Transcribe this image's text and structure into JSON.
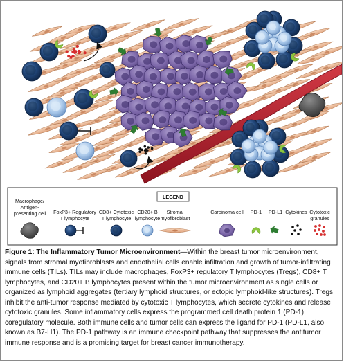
{
  "legend": {
    "title": "LEGEND",
    "items": [
      {
        "label": "Macrophage/\nAntigen-\npresenting cell"
      },
      {
        "label": "FoxP3+ Regulatory\nT lymphocyte"
      },
      {
        "label": "CD8+ Cytotoxic\nT lymphocyte"
      },
      {
        "label": "CD20+ B\nlymphocyte"
      },
      {
        "label": "Stromal\nmyofibroblast"
      },
      {
        "label": "Carcinoma cell"
      },
      {
        "label": "PD-1"
      },
      {
        "label": "PD-L1"
      },
      {
        "label": "Cytokines"
      },
      {
        "label": "Cytotoxic\ngranules"
      }
    ]
  },
  "caption": {
    "title": "Figure 1: The Inflammatory Tumor Microenvironment",
    "body": "—Within the breast tumor microenvironment, signals from stromal myofibroblasts and endothelial cells enable infiltration and growth of tumor-infiltrating immune cells (TILs). TILs may include macrophages, FoxP3+ regulatory T lymphocytes (Tregs), CD8+ T lymphocytes, and CD20+ B lymphocytes present within the tumor microenvironment as single cells or organized as lymphoid aggregates (tertiary lymphoid structures, or ectopic lymphoid-like structures). Tregs inhibit the anti-tumor response mediated by cytotoxic T lymphocytes, which secrete cytokines and release cytotoxic granules. Some inflammatory cells express the programmed cell death protein 1 (PD-1) coregulatory molecule. Both immune cells and tumor cells can express the ligand for PD-1 (PD-L1, also known as B7-H1). The PD-1 pathway is an immune checkpoint pathway that suppresses the antitumor immune response and is a promising target for breast cancer immunotherapy."
  },
  "colors": {
    "stroma": "#f0c3a0",
    "stroma_line": "#b8805a",
    "carcinoma": "#7d68a8",
    "carcinoma_dark": "#4b3a78",
    "cd8": "#1f3f6e",
    "b_cell": "#9fc0e6",
    "vessel": "#b51f2d",
    "pd1": "#8cc63f",
    "pdl1": "#2e7d32",
    "granule": "#d62f2f",
    "macrophage": "#4a4a4a"
  }
}
